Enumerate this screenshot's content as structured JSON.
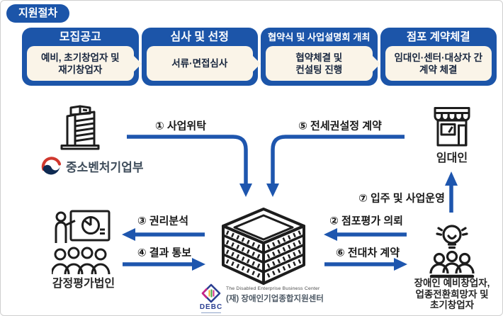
{
  "theme": {
    "primary_blue": "#1c55a9",
    "arrow_blue": "#1e56ae",
    "panel_cream": "#faf4e8",
    "step_text": "#18263e",
    "gov_red": "#d0382e",
    "gov_navy": "#0e2a52",
    "debc_blue": "#2b3f92",
    "debc_magenta": "#cb2387"
  },
  "badge": {
    "label": "지원절차"
  },
  "steps": [
    {
      "header": "모집공고",
      "body": [
        "예비, 초기창업자 및",
        "재기창업자"
      ]
    },
    {
      "header": "심사 및 선정",
      "body": [
        "서류·면접심사"
      ]
    },
    {
      "header": "협약식 및 사업설명회 개최",
      "body": [
        "협약체결 및",
        "컨설팅 진행"
      ]
    },
    {
      "header": "점포 계약체결",
      "body": [
        "임대인·센터·대상자 간",
        "계약 체결"
      ]
    }
  ],
  "flows": [
    {
      "label": "① 사업위탁"
    },
    {
      "label": "② 점포평가 의뢰"
    },
    {
      "label": "③ 권리분석"
    },
    {
      "label": "④ 결과 통보"
    },
    {
      "label": "⑤ 전세권설정 계약"
    },
    {
      "label": "⑥ 전대차 계약"
    },
    {
      "label": "⑦ 입주 및 사업운영"
    }
  ],
  "entities": {
    "ministry": {
      "label": "중소벤처기업부"
    },
    "landlord": {
      "label": "임대인"
    },
    "appraisal": {
      "label": "감정평가법인"
    },
    "entrepreneurs": {
      "lines": [
        "장애인 예비창업자,",
        "업종전환희망자 및",
        "초기창업자"
      ]
    },
    "center": {
      "abbr": "DEBC",
      "name_en": "The Disabled Enterprise Business Center",
      "name_ko": "(재) 장애인기업종합지원센터"
    }
  },
  "icons": {
    "ministry": "office-building-icon",
    "ministry_emblem": "korea-government-emblem-icon",
    "landlord": "storefront-icon",
    "center": "isometric-building-icon",
    "appraisal": "presentation-audience-icon",
    "entrepreneurs": "lightbulb-team-icon",
    "debc": "debc-diamond-logo-icon"
  }
}
